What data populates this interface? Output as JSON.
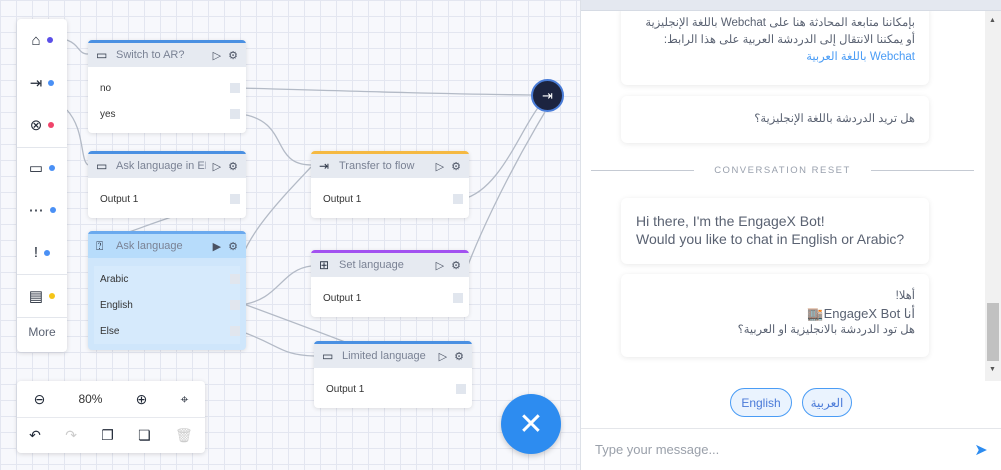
{
  "palette": {
    "items": [
      {
        "icon": "home-icon",
        "dot": "#5b4fe8"
      },
      {
        "icon": "enter-icon",
        "dot": "#4a90f5"
      },
      {
        "icon": "close-circle-icon",
        "dot": "#f0446a"
      },
      {
        "icon": "message-icon",
        "dot": "#4a90f5"
      },
      {
        "icon": "message-dots-icon",
        "dot": "#4a90f5"
      },
      {
        "icon": "message-alert-icon",
        "dot": "#4a90f5"
      },
      {
        "icon": "document-icon",
        "dot": "#f5c518"
      }
    ],
    "more": "More"
  },
  "nodes": {
    "switch_ar": {
      "title": "Switch to AR?",
      "outputs": [
        "no",
        "yes"
      ]
    },
    "ask_en": {
      "title": "Ask language in EN",
      "outputs": [
        "Output 1"
      ]
    },
    "ask_lang": {
      "title": "Ask language",
      "outputs": [
        "Arabic",
        "English",
        "Else"
      ]
    },
    "transfer": {
      "title": "Transfer to flow",
      "outputs": [
        "Output 1"
      ]
    },
    "set_lang": {
      "title": "Set language",
      "outputs": [
        "Output 1"
      ]
    },
    "limited": {
      "title": "Limited language",
      "outputs": [
        "Output 1"
      ]
    }
  },
  "colors": {
    "transfer": "#f5b942",
    "set_lang": "#a251f0",
    "default": "#4a90e2",
    "fab": "#2d8cf0"
  },
  "zoom": {
    "level": "80%"
  },
  "chat": {
    "msg1": {
      "line1": "بإمكاننا متابعة المحادثة هنا على Webchat باللغة الإنجليزية أو يمكننا الانتقال إلى الدردشة العربية على هذا الرابط:",
      "link": "Webchat باللغة العربية"
    },
    "msg2": "هل تريد الدردشة باللغة الإنجليزية؟",
    "reset": "CONVERSATION RESET",
    "msg3": {
      "line1": "Hi there, I'm the EngageX Bot!",
      "line2": "Would you like to chat in English or Arabic?"
    },
    "msg4": {
      "line1": "أهلا!",
      "line2": "أنا EngageX Bot🏬",
      "line3": "هل تود الدردشة بالانجليزية او العربية؟"
    },
    "quick_replies": [
      "English",
      "العربية"
    ],
    "input_placeholder": "Type your message..."
  }
}
